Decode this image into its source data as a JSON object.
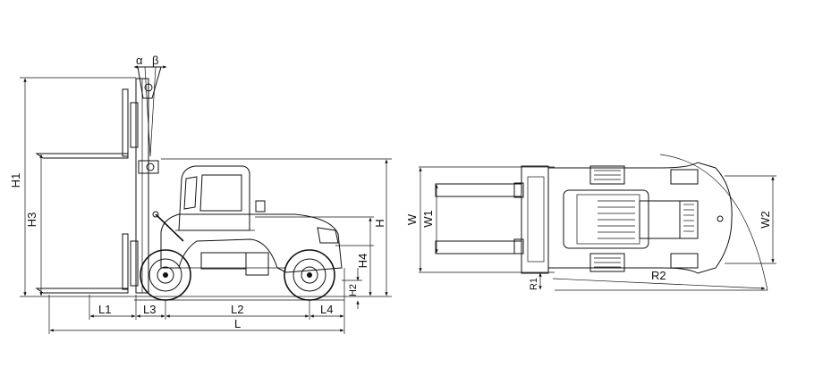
{
  "labels": {
    "alpha": "α",
    "beta": "β",
    "H1": "H1",
    "H3": "H3",
    "H": "H",
    "H4": "H4",
    "H2": "H2",
    "L1": "L1",
    "L3": "L3",
    "L2": "L2",
    "L4": "L4",
    "L": "L",
    "W": "W",
    "W1": "W1",
    "W2": "W2",
    "R1": "R1",
    "R2": "R2"
  }
}
